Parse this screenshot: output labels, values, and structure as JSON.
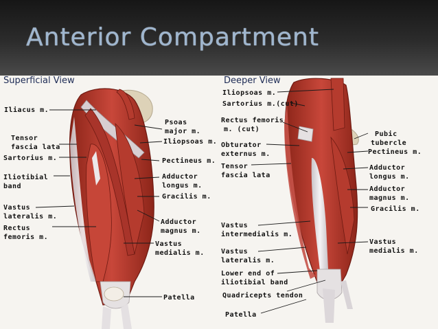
{
  "title": "Anterior Compartment",
  "superficial": {
    "heading": "Superficial View",
    "labels": {
      "iliacus": "Iliacus m.",
      "psoas": [
        "Psoas",
        "major m."
      ],
      "iliopsoas": "Iliopsoas m.",
      "tensor": [
        "Tensor",
        "fascia lata"
      ],
      "sartorius": "Sartorius m.",
      "pectineus": "Pectineus m.",
      "iliotibial": [
        "Iliotibial",
        "band"
      ],
      "adductor_longus": [
        "Adductor",
        "longus m."
      ],
      "gracilis": "Gracilis m.",
      "vastus_lateralis": [
        "Vastus",
        "lateralis m."
      ],
      "rectus_femoris": [
        "Rectus",
        "femoris m."
      ],
      "adductor_magnus": [
        "Adductor",
        "magnus m."
      ],
      "vastus_medialis": [
        "Vastus",
        "medialis m."
      ],
      "patella": "Patella"
    }
  },
  "deeper": {
    "heading": "Deeper View",
    "labels": {
      "iliopsoas": "Iliopsoas m.",
      "sartorius_cut": "Sartorius m.(cut)",
      "rectus_femoris_cut": [
        "Rectus femoris",
        "m. (cut)"
      ],
      "pubic_tubercle": [
        "Pubic",
        "tubercle"
      ],
      "pectineus": "Pectineus m.",
      "obturator": [
        "Obturator",
        "externus m."
      ],
      "tensor": [
        "Tensor",
        "fascia lata"
      ],
      "adductor_longus": [
        "Adductor",
        "longus m."
      ],
      "adductor_magnus": [
        "Adductor",
        "magnus m."
      ],
      "gracilis": "Gracilis m.",
      "vastus_intermedialis": [
        "Vastus",
        "intermedialis m."
      ],
      "vastus_medialis": [
        "Vastus",
        "medialis m."
      ],
      "vastus_lateralis": [
        "Vastus",
        "lateralis m."
      ],
      "lower_end": [
        "Lower end of",
        "iliotibial band"
      ],
      "quadriceps": "Quadricepts tendon",
      "patella": "Patella"
    }
  },
  "colors": {
    "muscle": "#b83a2c",
    "muscle_dark": "#7e2018",
    "tendon": "#e8e4e6",
    "bone": "#ddd2b8",
    "title": "#9fb6cf",
    "heading": "#1d2b55"
  }
}
